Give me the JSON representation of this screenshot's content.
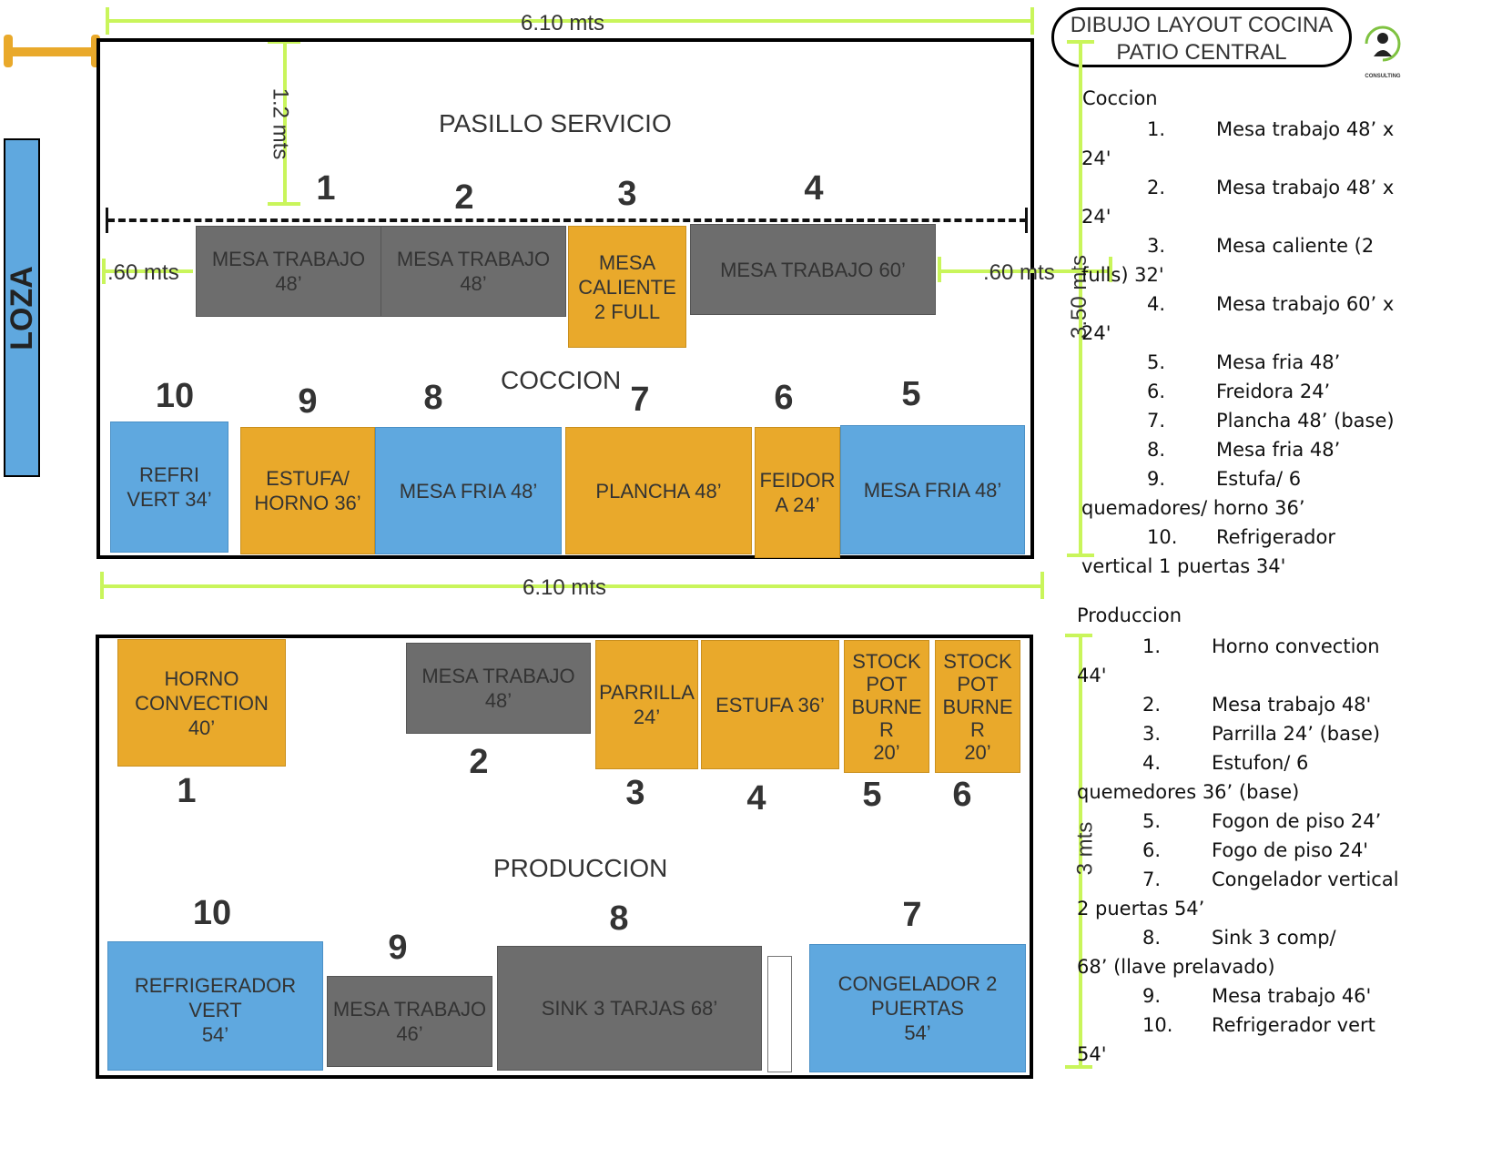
{
  "title": {
    "line1": "DIBUJO LAYOUT COCINA",
    "line2": "PATIO CENTRAL",
    "logo_text": "CONSULTING"
  },
  "side_label": "LOZA",
  "coccion": {
    "room_label": "COCCION",
    "pasillo_label": "PASILLO SERVICIO",
    "width_top": "6.10 mts",
    "width_bottom": "6.10 mts",
    "height": "3.50 mts",
    "aisle": "1.2 mts",
    "gap_left": ".60 mts",
    "gap_right": ".60 mts",
    "items": [
      {
        "num": "1",
        "label": "MESA TRABAJO 48’"
      },
      {
        "num": "2",
        "label": "MESA TRABAJO 48’"
      },
      {
        "num": "3",
        "label": "MESA\nCALIENTE\n2 FULL"
      },
      {
        "num": "4",
        "label": "MESA TRABAJO 60’"
      },
      {
        "num": "5",
        "label": "MESA FRIA 48’"
      },
      {
        "num": "6",
        "label": "FEIDOR\nA 24’"
      },
      {
        "num": "7",
        "label": "PLANCHA 48’"
      },
      {
        "num": "8",
        "label": "MESA FRIA 48’"
      },
      {
        "num": "9",
        "label": "ESTUFA/\nHORNO 36’"
      },
      {
        "num": "10",
        "label": "REFRI\nVERT 34’"
      }
    ]
  },
  "produccion": {
    "room_label": "PRODUCCION",
    "height": "3 mts",
    "items": [
      {
        "num": "1",
        "label": "HORNO\nCONVECTION\n40’"
      },
      {
        "num": "2",
        "label": "MESA TRABAJO 48’"
      },
      {
        "num": "3",
        "label": "PARRILLA\n24’"
      },
      {
        "num": "4",
        "label": "ESTUFA 36’"
      },
      {
        "num": "5",
        "label": "STOCK\nPOT\nBURNE\nR\n20’"
      },
      {
        "num": "6",
        "label": "STOCK\nPOT\nBURNE\nR\n20’"
      },
      {
        "num": "7",
        "label": "CONGELADOR 2\nPUERTAS\n54’"
      },
      {
        "num": "8",
        "label": "SINK 3 TARJAS 68’"
      },
      {
        "num": "9",
        "label": "MESA TRABAJO\n46’"
      },
      {
        "num": "10",
        "label": "REFRIGERADOR VERT\n54’"
      }
    ]
  },
  "legend_coccion": {
    "heading": "Coccion",
    "items": [
      {
        "n": "1.",
        "text": "Mesa trabajo 48’ x",
        "cont": "24'"
      },
      {
        "n": "2.",
        "text": "Mesa trabajo 48’ x",
        "cont": "24'"
      },
      {
        "n": "3.",
        "text": "Mesa caliente (2",
        "cont": "fulls) 32'"
      },
      {
        "n": "4.",
        "text": "Mesa trabajo 60’ x",
        "cont": "24'"
      },
      {
        "n": "5.",
        "text": "Mesa fria 48’",
        "cont": ""
      },
      {
        "n": "6.",
        "text": "Freidora 24’",
        "cont": ""
      },
      {
        "n": "7.",
        "text": "Plancha 48’ (base)",
        "cont": ""
      },
      {
        "n": "8.",
        "text": "Mesa fria 48’",
        "cont": ""
      },
      {
        "n": "9.",
        "text": "Estufa/ 6",
        "cont": "quemadores/ horno 36’"
      },
      {
        "n": "10.",
        "text": "Refrigerador",
        "cont": "vertical 1 puertas 34'"
      }
    ]
  },
  "legend_produccion": {
    "heading": "Produccion",
    "items": [
      {
        "n": "1.",
        "text": "Horno convection",
        "cont": "44'"
      },
      {
        "n": "2.",
        "text": "Mesa trabajo 48'",
        "cont": ""
      },
      {
        "n": "3.",
        "text": "Parrilla 24’ (base)",
        "cont": ""
      },
      {
        "n": "4.",
        "text": "Estufon/ 6",
        "cont": "quemedores 36’ (base)"
      },
      {
        "n": "5.",
        "text": "Fogon de piso 24’",
        "cont": ""
      },
      {
        "n": "6.",
        "text": "Fogo de piso 24'",
        "cont": ""
      },
      {
        "n": "7.",
        "text": "Congelador vertical",
        "cont": "2 puertas 54’"
      },
      {
        "n": "8.",
        "text": "Sink 3 comp/",
        "cont": "68’ (llave prelavado)"
      },
      {
        "n": "9.",
        "text": "Mesa trabajo 46'",
        "cont": ""
      },
      {
        "n": "10.",
        "text": "Refrigerador vert",
        "cont": "54'"
      }
    ]
  }
}
